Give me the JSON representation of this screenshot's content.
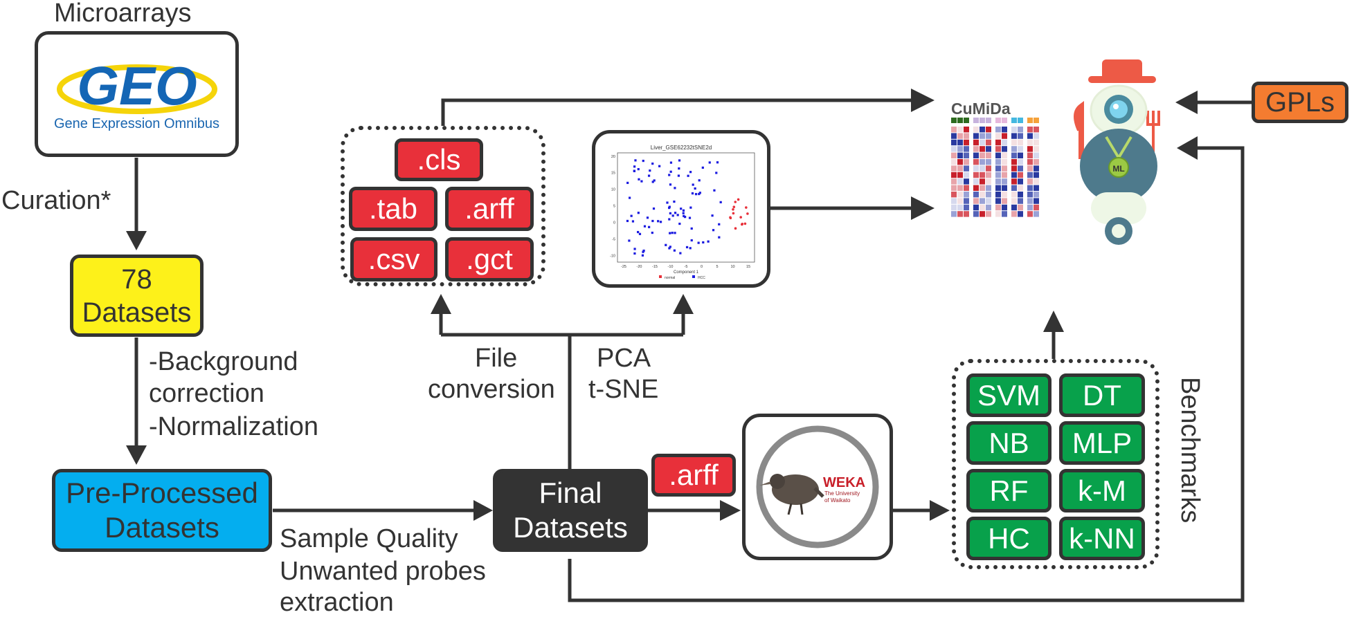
{
  "source": {
    "heading": "Microarrays",
    "logo_text": "GEO",
    "logo_subtitle": "Gene Expression Omnibus"
  },
  "step_labels": {
    "curation": "Curation*",
    "background": "-Background",
    "correction": "correction",
    "normalization": "-Normalization",
    "sample_quality": "Sample Quality",
    "unwanted_probes": "Unwanted probes",
    "extraction": "extraction",
    "file": "File",
    "conversion": "conversion",
    "pca": "PCA",
    "tsne": "t-SNE",
    "benchmarks": "Benchmarks"
  },
  "boxes": {
    "datasets_count": "78",
    "datasets_label": "Datasets",
    "preprocessed_line1": "Pre-Processed",
    "preprocessed_line2": "Datasets",
    "final_line1": "Final",
    "final_line2": "Datasets",
    "gpls": "GPLs"
  },
  "formats": [
    ".cls",
    ".tab",
    ".arff",
    ".csv",
    ".gct"
  ],
  "weka_input_format": ".arff",
  "weka": {
    "name": "WEKA",
    "sub1": "The University",
    "sub2": "of Waikato"
  },
  "algorithms": [
    "SVM",
    "DT",
    "NB",
    "MLP",
    "RF",
    "k-M",
    "HC",
    "k-NN"
  ],
  "cumida": {
    "title": "CuMiDa",
    "badge": "ML"
  },
  "tsne_plot": {
    "title": "Liver_GSE62232tSNE2d",
    "xlabel": "Component 1",
    "x_ticks": [
      "-25",
      "-20",
      "-15",
      "-10",
      "-5",
      "0",
      "5",
      "10",
      "15"
    ],
    "y_ticks": [
      "20",
      "15",
      "10",
      "5",
      "0",
      "-5",
      "-10"
    ],
    "legend": [
      "normal",
      "HCC"
    ],
    "colors": {
      "normal": "#e8303a",
      "hcc": "#1a1ae0"
    }
  },
  "colors": {
    "yellow": "#fdf11a",
    "blue": "#04aeef",
    "dark": "#333333",
    "orange": "#f47c30",
    "red": "#e8303a",
    "green": "#08a14b"
  }
}
